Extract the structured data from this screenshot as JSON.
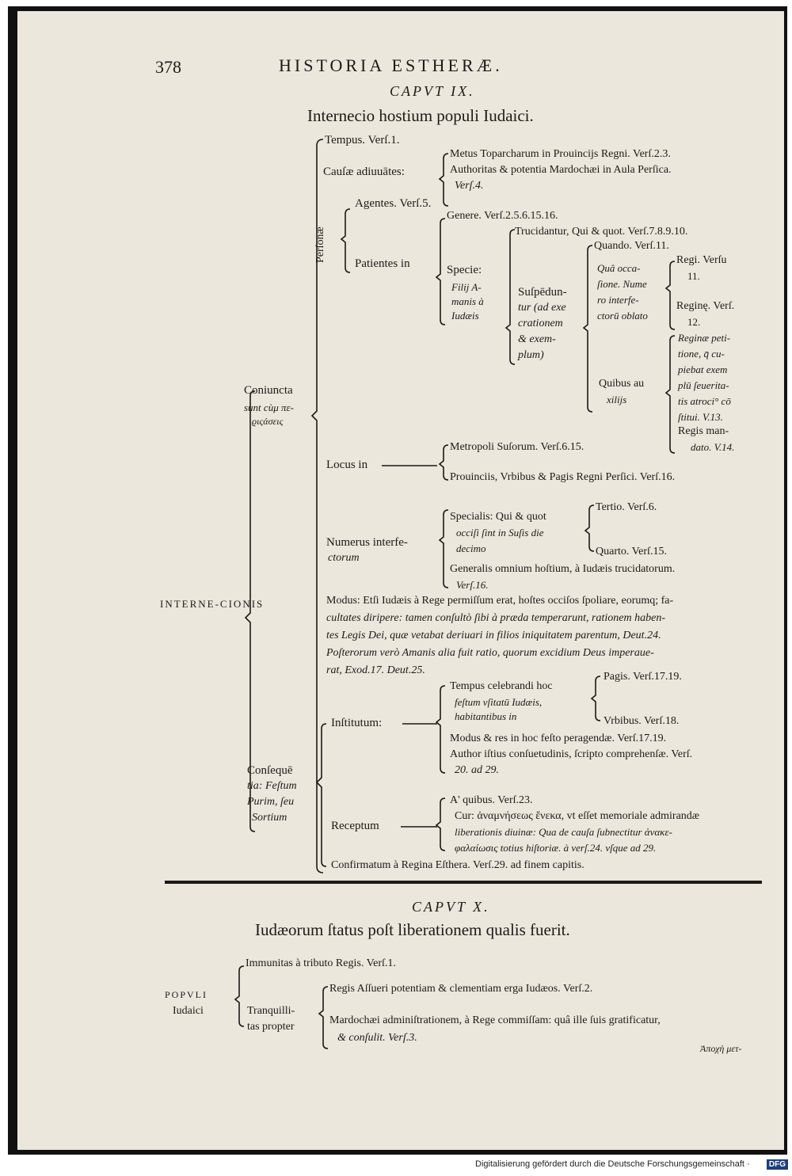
{
  "header": {
    "page_number": "378",
    "running_title": "HISTORIA ESTHERÆ."
  },
  "chapter9": {
    "caput": "CAPVT IX.",
    "title": "Internecio hostium populi Iudaici.",
    "root": "INTERNE-CIONIS",
    "coniuncta": "Coniuncta",
    "coniuncta_sub": "sunt cùμ πε-",
    "coniuncta_sub2": "ϱιςάσεις",
    "tempus": "Tempus. Verſ.1.",
    "causae": "Cauſæ adiuuātes:",
    "metus": "Metus Toparcharum in Prouincijs Regni. Verſ.2.3.",
    "authoritas": "Authoritas & potentia Mardochæi in Aula Perſica.",
    "authoritas2": "Verſ.4.",
    "personae": "Perſonæ",
    "agentes": "Agentes. Verſ.5.",
    "patientes": "Patientes in",
    "genere": "Genere. Verſ.2.5.6.15.16.",
    "specie": "Specie:",
    "specie2": "Filij A-",
    "specie3": "manis à",
    "specie4": "Iudæis",
    "trucidantur": "Trucidantur, Qui & quot. Verſ.7.8.9.10.",
    "suspeduntur": "Suſpēdun-",
    "suspeduntur2": "tur (ad exe",
    "suspeduntur3": "crationem",
    "suspeduntur4": "& exem-",
    "suspeduntur5": "plum)",
    "quando": "Quando. Verſ.11.",
    "qua": "Quâ occa-",
    "qua2": "ſione. Nume",
    "qua3": "ro interfe-",
    "qua4": "ctorū oblato",
    "regi": "Regi. Verſu",
    "regi2": "11.",
    "reginae": "Reginę. Verſ.",
    "reginae2": "12.",
    "quibus": "Quibus au",
    "quibus2": "xilijs",
    "reg_peti": "Reginæ peti-",
    "reg_peti2": "tione, q̄ cu-",
    "reg_peti3": "piebat exem",
    "reg_peti4": "plū ſeuerita-",
    "reg_peti5": "tis atroci° cō",
    "reg_peti6": "ſtitui. V.13.",
    "regis_m": "Regis man-",
    "regis_m2": "dato. V.14.",
    "locus": "Locus in",
    "metropoli": "Metropoli Suſorum. Verſ.6.15.",
    "prouinciis": "Prouinciis, Vrbibus & Pagis Regni Perſici. Verſ.16.",
    "numerus": "Numerus interfe-",
    "numerus2": "ctorum",
    "specialis": "Specialis: Qui & quot",
    "specialis2": "occiſi ſint in Suſis die",
    "specialis3": "decimo",
    "tertio": "Tertio. Verſ.6.",
    "quarto": "Quarto. Verſ.15.",
    "generalis": "Generalis omnium hoſtium, à Iudæis trucidatorum.",
    "generalis2": "Verſ.16.",
    "modus1": "Modus: Etſi Iudæis à Rege permiſſum erat, hoſtes occiſos ſpoliare, eorumq; fa-",
    "modus2": "cultates diripere: tamen conſultò ſibi à præda temperarunt, rationem haben-",
    "modus3": "tes Legis Dei, quæ vetabat deriuari in filios iniquitatem parentum, Deut.24.",
    "modus4": "Poſterorum verò Amanis alia fuit ratio, quorum excidium Deus imperaue-",
    "modus5": "rat, Exod.17. Deut.25.",
    "consequentia": "Conſequē",
    "consequentia2": "tia: Feſtum",
    "consequentia3": "Purim, ſeu",
    "consequentia4": "Sortium",
    "institutum": "Inſtitutum:",
    "tempus_cel": "Tempus celebrandi hoc",
    "tempus_cel2": "feſtum vſitatū Iudæis,",
    "tempus_cel3": "habitantibus in",
    "pagis": "Pagis. Verſ.17.19.",
    "vrbibus": "Vrbibus. Verſ.18.",
    "modus_res": "Modus & res in hoc feſto peragendæ. Verſ.17.19.",
    "author": "Author iſtius conſuetudinis, ſcripto comprehenſæ. Verſ.",
    "author2": "20. ad 29.",
    "receptum": "Receptum",
    "a_quibus": "A' quibus. Verſ.23.",
    "cur": "Cur: ἀναμνήσεως ἕνεκα, vt eſſet memoriale admirandæ",
    "cur2": "liberationis diuinæ: Qua de cauſa ſubnectitur ἀνακε-",
    "cur3": "φαλαίωσις totius hiſtoriæ. à verſ.24. vſque ad 29.",
    "confirmatum": "Confirmatum à Regina Eſthera. Verſ.29. ad finem capitis."
  },
  "chapter10": {
    "caput": "CAPVT X.",
    "title": "Iudæorum ſtatus poſt liberationem qualis fuerit.",
    "root1": "POPVLI",
    "root2": "Iudaici",
    "immunitas": "Immunitas à tributo Regis. Verſ.1.",
    "tranquillitas": "Tranquilli-",
    "tranquillitas2": "tas propter",
    "regis": "Regis Aſſueri potentiam & clementiam erga Iudæos. Verſ.2.",
    "mardochaei": "Mardochæi adminiſtrationem, à Rege commiſſam: quâ ille ſuis gratificatur,",
    "mardochaei2": "& conſulit. Verſ.3."
  },
  "catchword": "Ἀποχὴ μετ-",
  "footer": {
    "credit": "Digitalisierung gefördert durch die Deutsche Forschungsgemeinschaft ·",
    "logo": "DFG"
  }
}
